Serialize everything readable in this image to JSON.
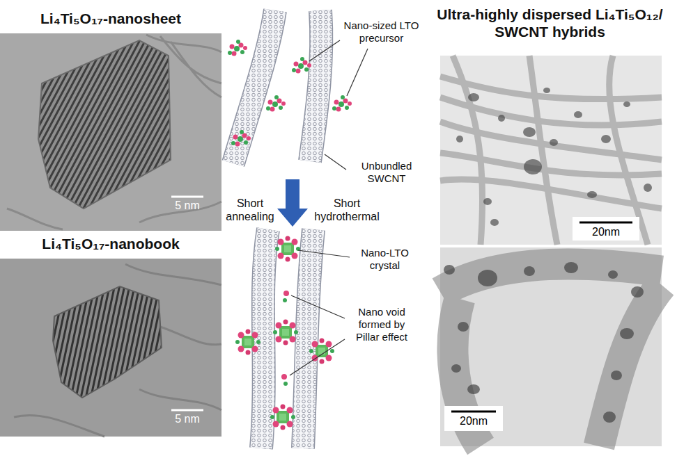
{
  "diagram": {
    "nodes": [
      {
        "text": [
          "5 nm"
        ]
      },
      {
        "text": [
          "20nm"
        ]
      },
      {
        "text": [
          "5 nm"
        ]
      },
      {
        "text": [
          "20nm"
        ]
      }
    ],
    "labels": [
      "Li₄Ti₅O₁₇-nanosheet",
      "Ultra-highly dispersed Li₄Ti₅O₁₂/ SWCNT hybrids",
      "Nano-sized LTO precursor",
      "Unbundled SWCNT",
      "Short annealing",
      "Short hydrothermal",
      "Li₄Ti₅O₁₇-nanobook",
      "Nano-LTO crystal",
      "Nano void formed by Pillar effect"
    ]
  }
}
